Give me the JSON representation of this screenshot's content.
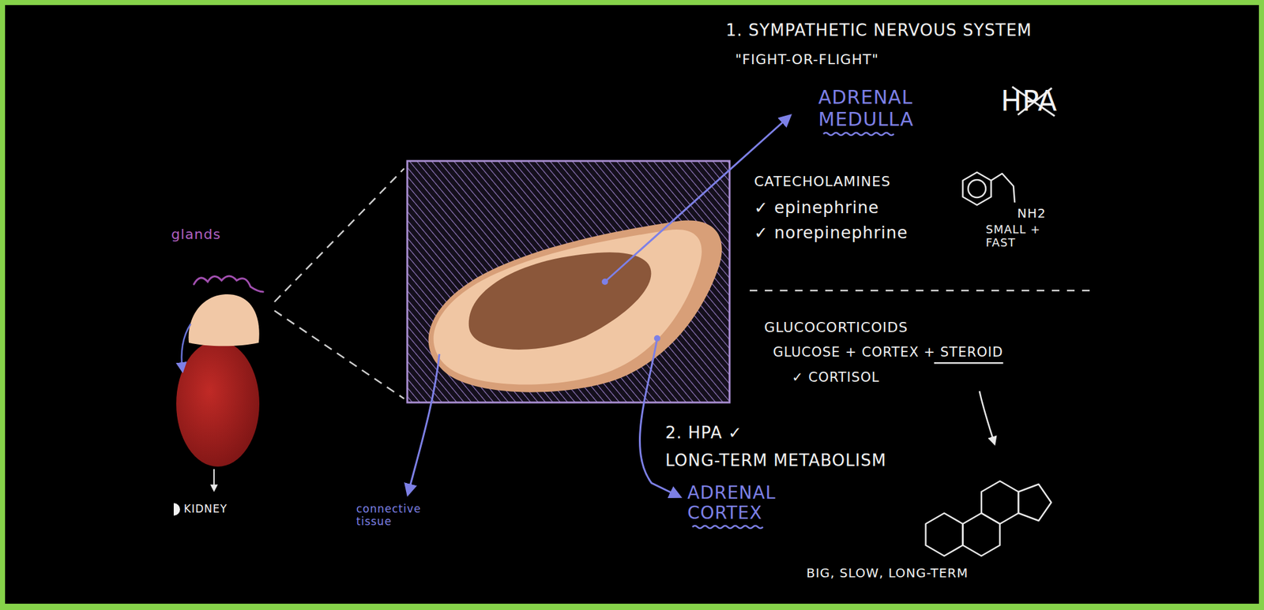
{
  "diagram": {
    "labels": [
      "1. SYMPATHETIC NERVOUS SYSTEM",
      "\"FIGHT-OR-FLIGHT\"",
      "ADRENAL MEDULLA",
      "HPA",
      "CATECHOLAMINES",
      "✓ epinephrine",
      "✓ norepinephrine",
      "NH2",
      "SMALL + FAST",
      "GLUCOCORTICOIDS",
      "GLUCOSE + CORTEX + STEROID",
      "✓ CORTISOL",
      "2. HPA ✓",
      "LONG-TERM METABOLISM",
      "ADRENAL CORTEX",
      "BIG, SLOW, LONG-TERM",
      "glands",
      "KIDNEY",
      "connective tissue"
    ]
  }
}
